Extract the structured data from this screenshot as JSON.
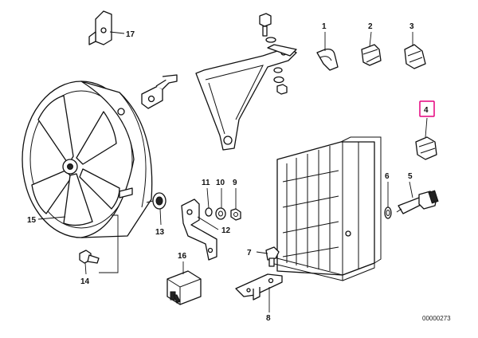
{
  "callouts": {
    "c1": "1",
    "c2": "2",
    "c3": "3",
    "c4": "4",
    "c5": "5",
    "c6": "6",
    "c7": "7",
    "c8": "8",
    "c9": "9",
    "c10": "10",
    "c11": "11",
    "c12": "12",
    "c13": "13",
    "c14": "14",
    "c15": "15",
    "c16": "16",
    "c17": "17"
  },
  "highlighted_callout": "4",
  "highlight_color": "#e5007e",
  "diagram_number": "00000273"
}
